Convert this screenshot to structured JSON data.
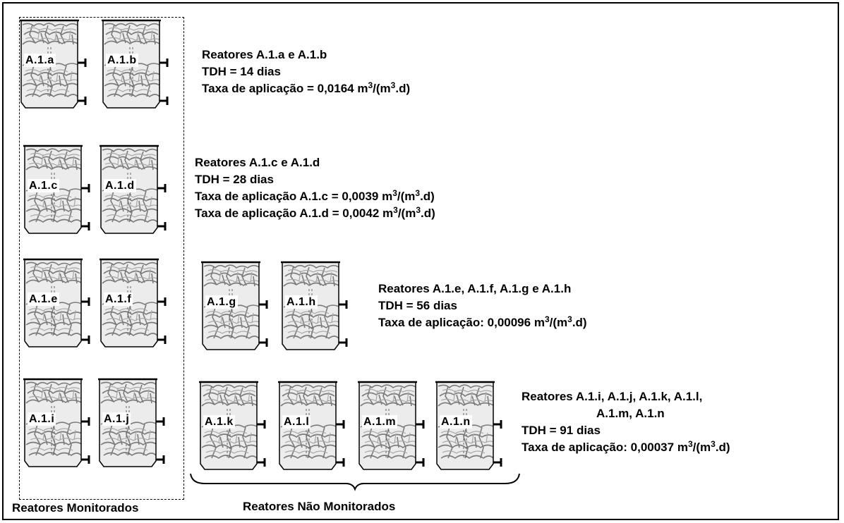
{
  "reactors": [
    {
      "id": "a",
      "label": "A.1.a"
    },
    {
      "id": "b",
      "label": "A.1.b"
    },
    {
      "id": "c",
      "label": "A.1.c"
    },
    {
      "id": "d",
      "label": "A.1.d"
    },
    {
      "id": "e",
      "label": "A.1.e"
    },
    {
      "id": "f",
      "label": "A.1.f"
    },
    {
      "id": "g",
      "label": "A.1.g"
    },
    {
      "id": "h",
      "label": "A.1.h"
    },
    {
      "id": "i",
      "label": "A.1.i"
    },
    {
      "id": "j",
      "label": "A.1.j"
    },
    {
      "id": "k",
      "label": "A.1.k"
    },
    {
      "id": "l",
      "label": "A.1.l"
    },
    {
      "id": "m",
      "label": "A.1.m"
    },
    {
      "id": "n",
      "label": "A.1.n"
    }
  ],
  "groups": {
    "g1": {
      "title": "Reatores A.1.a e A.1.b",
      "tdh": "TDH = 14 dias",
      "rate_prefix": "Taxa de aplicação = 0,0164 m",
      "rate_mid": "/(m",
      "rate_suffix": ".d)"
    },
    "g2": {
      "title": "Reatores A.1.c e A.1.d",
      "tdh": "TDH = 28 dias",
      "rate1_prefix": "Taxa de aplicação A.1.c = 0,0039  m",
      "rate2_prefix": "Taxa de aplicação A.1.d = 0,0042  m",
      "rate_mid": "/(m",
      "rate_suffix": ".d)"
    },
    "g3": {
      "title": "Reatores A.1.e, A.1.f, A.1.g e A.1.h",
      "tdh": "TDH = 56 dias",
      "rate_prefix": "Taxa de aplicação:  0,00096 m",
      "rate_mid": "/(m",
      "rate_suffix": ".d)"
    },
    "g4": {
      "title_line1": "Reatores A.1.i, A.1.j, A.1.k, A.1.l,",
      "title_line2": "A.1.m, A.1.n",
      "tdh": "TDH = 91 dias",
      "rate_prefix": "Taxa de aplicação:  0,00037   m",
      "rate_mid": "/(m",
      "rate_suffix": ".d)"
    }
  },
  "superscript": "3",
  "captions": {
    "monitored": "Reatores Monitorados",
    "unmonitored": "Reatores Não Monitorados"
  }
}
